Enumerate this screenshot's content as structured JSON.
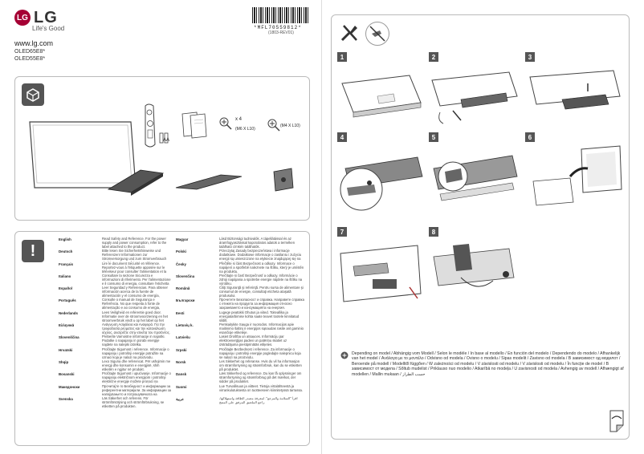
{
  "header": {
    "brand": "LG",
    "tagline": "Life's Good",
    "website": "www.lg.com",
    "models": [
      "OLED65E8*",
      "OLED55E8*"
    ],
    "barcode_number": "*MFL70559812*",
    "barcode_sub": "(1803-REV01)"
  },
  "parts": {
    "screw_qty": "x 4",
    "screw_spec": "(M6 X L10)",
    "screw_spec_2": "(M4 X L10)",
    "battery_label": "AA"
  },
  "languages": [
    {
      "name": "English",
      "text": "Read Safety and Reference. For the power supply and power consumption, refer to the label attached to the product."
    },
    {
      "name": "Deutsch",
      "text": "Bitte lesen Sie Sicherheitshinweise und Referenzen! Informationen zur Stromversorgung und zum Stromverbrauch sind dem Etikett auf dem Gerät zu entnehmen."
    },
    {
      "name": "Français",
      "text": "Lire le document Sécurité et référence. Reportez-vous à l'étiquette apposée sur le téléviseur pour consulter l'alimentation et la consommation électrique."
    },
    {
      "name": "Italiano",
      "text": "Consultare la sezione Sicurezza e informazioni di riferimento. Per l'alimentazione e il consumo di energia, consultare l'etichetta applicata al prodotto."
    },
    {
      "name": "Español",
      "text": "Leer Seguridad y Referencias. Para obtener información acerca de la fuente de alimentación y el consumo de energía, consulte la etiqueta del producto."
    },
    {
      "name": "Português",
      "text": "Consulte o manual de Segurança e Referência. No que respeita à fonte de alimentação e ao consumo de energia, consulte a etiqueta existente no produto."
    },
    {
      "name": "Nederlands",
      "text": "Lees Veiligheid en referentie goed door. Informatie over de stroomvoorziening en het stroomverbruik vindt u op het label op het product."
    },
    {
      "name": "Ελληνικά",
      "text": "Ανάγνωση Ασφάλεια και Αναφορά. Για την τροφοδοσία ρεύματος και την κατανάλωση ισχύος, ανατρέξτε στην ετικέτα του προϊόντος."
    },
    {
      "name": "Slovenščina",
      "text": "Preberite Varnostne informacije in napotki. Podatke o napajanju in porabi energije najdete na nalepki izdelka."
    },
    {
      "name": "Hrvatski",
      "text": "Pročitajte Sigurnost i reference. Informacije o napajanju i potrošnji energije potražite na oznaci koja je nalazi na proizvodu."
    },
    {
      "name": "Shqip",
      "text": "Lexo Siguria dhe referencat. Për ushqimin me energji dhe konsumin e energjisë, shih etiketën e ngjitur në produkt."
    },
    {
      "name": "Bosanski",
      "text": "Pročitajte Sigurnost i upućivanje. Informacije o napajanju električnom energijom i potrošnji električne energije možete pronaći na naljepnici koja se nalazi na proizvodu."
    },
    {
      "name": "Македонски",
      "text": "Прочитајте го Безбедност и информации за референтни материјали. За информации за напојувањето и потрошувачката на енергија, погледнете ја налепницата на производот."
    },
    {
      "name": "Svenska",
      "text": "Läs Säkerhet och referens. För strömförsörjning och strömförbrukning, se etiketten på produkten."
    },
    {
      "name": "Magyar",
      "text": "Lásd Biztonsági tudnivalók. A tápellátással és az áramfogyasztással kapcsolatos adatok a terméken található címkén találhatók."
    },
    {
      "name": "Polski",
      "text": "Przeczytaj Zasady bezpieczeństwa i informacje dodatkowe. Dodatkowe informacje o zasilaniu i zużyciu energii są umieszczone na etykiecie znajdującej się na produkcie."
    },
    {
      "name": "Česky",
      "text": "Přečtěte si část Bezpečnost a odkazy. Informace o napájení a spotřebě naleznete na štítku, který je umístěn na produktu."
    },
    {
      "name": "Slovenčina",
      "text": "Prečítajte si časť Bezpečnosť a odkazy. Informácie o zdroji napájania a spotrebe energie nájdete na štítku na výrobku."
    },
    {
      "name": "Română",
      "text": "Citiţi Siguranţă şi referinţă. Pentru sursa de alimentare şi consumul de energie, consultaţi eticheta ataşată produsului."
    },
    {
      "name": "Български",
      "text": "Прочетете Безопасност и справка. Направете справка с етикета на продукта за информация относно захранването и консумацията на енергия."
    },
    {
      "name": "Eesti",
      "text": "Lugege peatükki Ohutus ja viited. Toiteallika ja energiatarbimise kohta saate teavet tootele kinnitatud sildilt."
    },
    {
      "name": "Lietuvių k.",
      "text": "Perskaitykite Sauga ir nuorodos. Informacijos apie maitinimo šaltinį ir energijos sąnaudas rasite ant gaminio esančioje etiketėje."
    },
    {
      "name": "Latviešu",
      "text": "Lasiet Drošība un atsauces. Informāciju par elektroenerģijas padevi un patēriņu skatiet uz izstrādājuma piestiprinātās etiķetes."
    },
    {
      "name": "Srpski",
      "text": "Pročitajte Bezbednost i reference. Za informacije o napajanju i potrošnji energije pogledajte nalepnicu koja se nalazi na proizvodu."
    },
    {
      "name": "Norsk",
      "text": "Les Sikkerhet og referanse. Hvis du vil ha informasjon om strømforsyning og strømforbruk, kan du se etiketten på produktet."
    },
    {
      "name": "Dansk",
      "text": "Læs Sikkerhed og reference. Du kan få oplysninger om strømforsyning og strømforbrug på det mærkat, der sidder på produktet."
    },
    {
      "name": "Suomi",
      "text": "Lue Turvallisuus ja viitteet. Tietoja virtalähteestä ja virrankulutuksesta on tuotteeseen kiinnitetyssä tarrassa."
    },
    {
      "name": "عربية",
      "text": "اقرأ \"السلامة والمرجع\". لمعرفة مصدر الطاقة واستهلاكها، راجع الملصق المرفق على المنتج."
    }
  ],
  "steps": [
    "1",
    "2",
    "3",
    "4",
    "5",
    "6",
    "7",
    "8"
  ],
  "note": "Depending on model / Abhängig vom Modell / Selon le modèle / In base al modello / En función del modelo / Dependendo do modelo / Afhankelijk van het model / Ανάλογα με το μοντέλο / Odvisno od modela / Ovisno o modelu / Sipas modelit / Zavisno od modela / В зависимост од моделот / Beroende på modell / Modelltől függően / W zależności od modelu / V závislosti od modelu / V závislosti od modelu / În funcție de model / В зависимост от модела / Sõltub mudelist / Priklauso nuo modelio / Atkarībā no modeļa / U zavisnosti od modela / Avhengig av modell / Afhængigt af modellen / Mallin mukaan / حسب الطراز"
}
